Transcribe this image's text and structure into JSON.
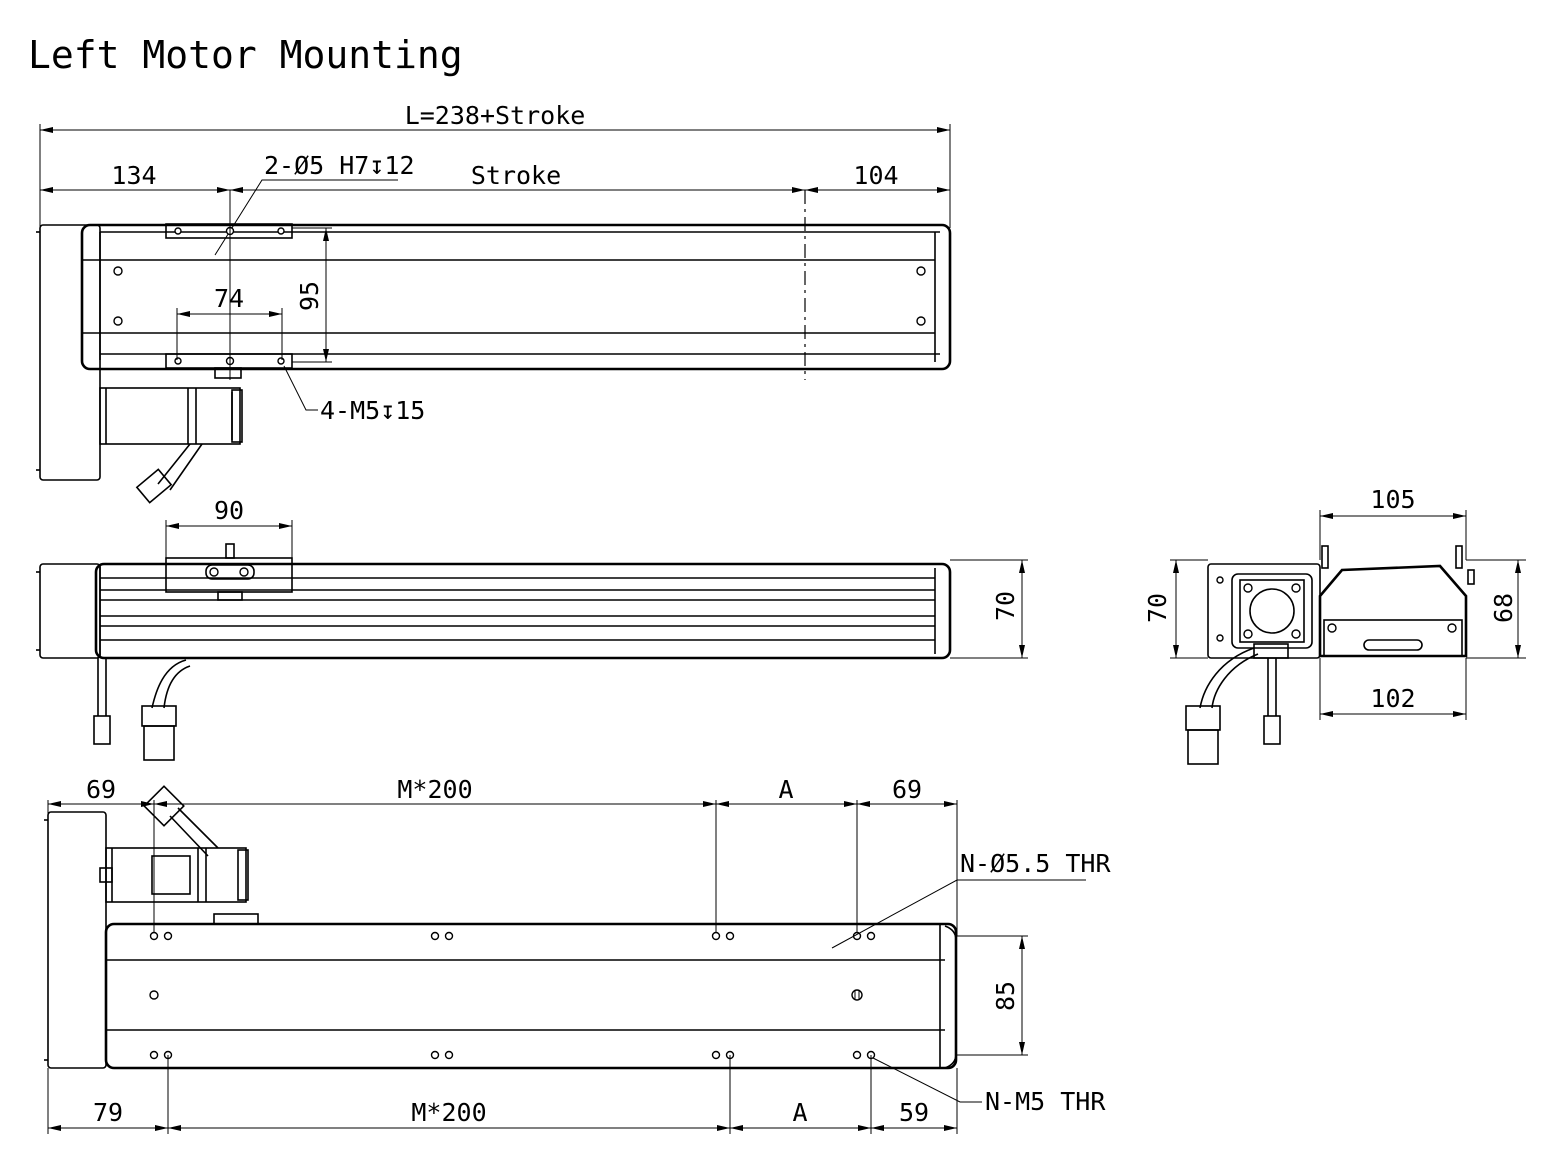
{
  "title": "Left Motor Mounting",
  "top_view": {
    "total_length": "L=238+Stroke",
    "left_offset": "134",
    "stroke": "Stroke",
    "right_offset": "104",
    "pin_hole_note": "2-Ø5 H7↧12",
    "carriage_hole_spacing": "74",
    "carriage_width": "95",
    "tapped_hole_note": "4-M5↧15"
  },
  "side_view": {
    "carriage_length": "90",
    "height": "70"
  },
  "end_view": {
    "top_width": "105",
    "bottom_width": "102",
    "left_height": "70",
    "right_height": "68"
  },
  "bottom_view": {
    "top_left_offset": "69",
    "top_pitch": "M*200",
    "top_a": "A",
    "top_right_offset": "69",
    "thru_hole_note": "N-Ø5.5 THR",
    "rail_spacing": "85",
    "tapped_thru_note": "N-M5 THR",
    "bottom_left_offset": "79",
    "bottom_pitch": "M*200",
    "bottom_a": "A",
    "bottom_right_offset": "59"
  }
}
